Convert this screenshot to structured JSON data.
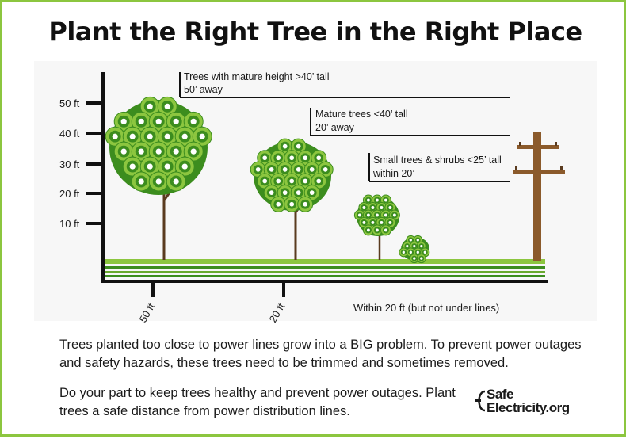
{
  "title": "Plant the Right Tree in the Right Place",
  "y_ticks": [
    "50 ft",
    "40 ft",
    "30 ft",
    "20 ft",
    "10 ft"
  ],
  "x_ticks": [
    "50 ft",
    "20 ft"
  ],
  "x_note": "Within 20 ft (but not under lines)",
  "zones": [
    {
      "line1": "Trees with mature height >40’ tall",
      "line2": "50’ away"
    },
    {
      "line1": "Mature trees <40’ tall",
      "line2": "20’ away"
    },
    {
      "line1": "Small trees & shrubs <25’ tall",
      "line2": "within 20’"
    }
  ],
  "paragraph1": "Trees planted too close to power lines grow into a BIG problem. To prevent power outages and safety hazards, these trees need to be trimmed and sometimes removed.",
  "paragraph2": "Do your part to keep trees healthy and prevent power outages. Plant trees a safe distance from power distribution lines.",
  "logo": {
    "line1": "Safe",
    "line2": "Electricity.org"
  },
  "colors": {
    "border": "#8cc63f",
    "green_dark": "#3c8d1e",
    "green_light": "#8cc63f",
    "trunk": "#5a3b1f",
    "pole": "#8b5a2b"
  }
}
